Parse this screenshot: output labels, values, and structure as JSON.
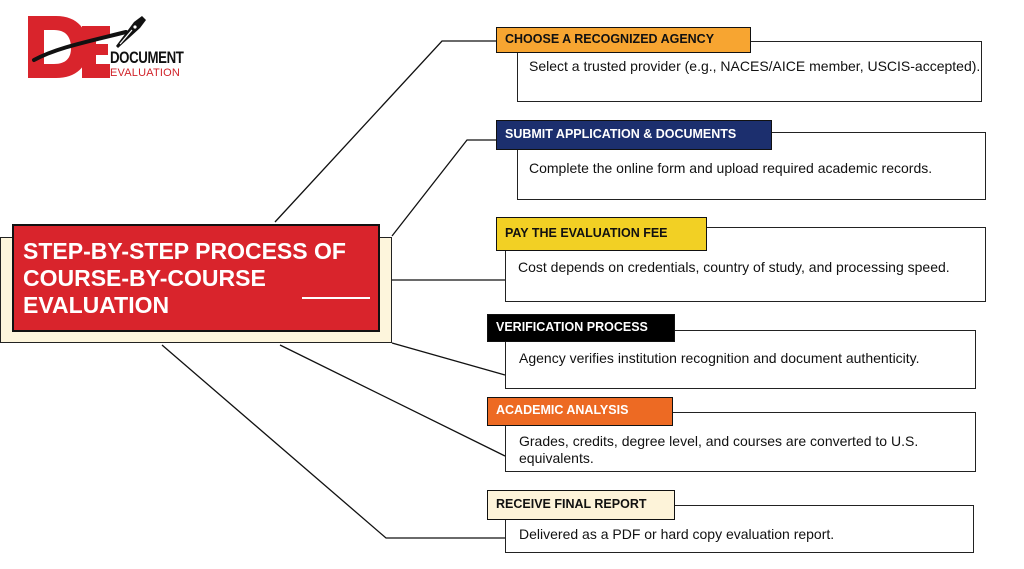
{
  "logo": {
    "mark": "DE",
    "word1": "DOCUMENT",
    "word2": "EVALUATION",
    "icon": "fountain-pen-icon",
    "colors": {
      "red": "#d9242c",
      "black": "#111111"
    }
  },
  "title": {
    "lines": [
      "STEP-BY-STEP PROCESS OF",
      "COURSE-BY-COURSE",
      "EVALUATION"
    ]
  },
  "steps": [
    {
      "label": "CHOOSE A RECOGNIZED AGENCY",
      "text": "Select a trusted provider (e.g., NACES/AICE member, USCIS-accepted).",
      "label_bg": "#f7a531",
      "label_color": "#111111"
    },
    {
      "label": "SUBMIT APPLICATION & DOCUMENTS",
      "text": "Complete the online form and upload required academic records.",
      "label_bg": "#1c2f6e",
      "label_color": "#ffffff"
    },
    {
      "label": "PAY THE EVALUATION FEE",
      "text": "Cost depends on credentials, country of study, and processing speed.",
      "label_bg": "#f2d024",
      "label_color": "#111111"
    },
    {
      "label": "VERIFICATION PROCESS",
      "text": "Agency verifies institution recognition and document authenticity.",
      "label_bg": "#000000",
      "label_color": "#ffffff"
    },
    {
      "label": "ACADEMIC ANALYSIS",
      "text": "Grades, credits, degree level, and courses are converted to U.S. equivalents.",
      "label_bg": "#ed6a23",
      "label_color": "#ffffff"
    },
    {
      "label": "RECEIVE FINAL REPORT",
      "text": "Delivered as a PDF or hard copy evaluation report.",
      "label_bg": "#fdf3d9",
      "label_color": "#111111"
    }
  ]
}
